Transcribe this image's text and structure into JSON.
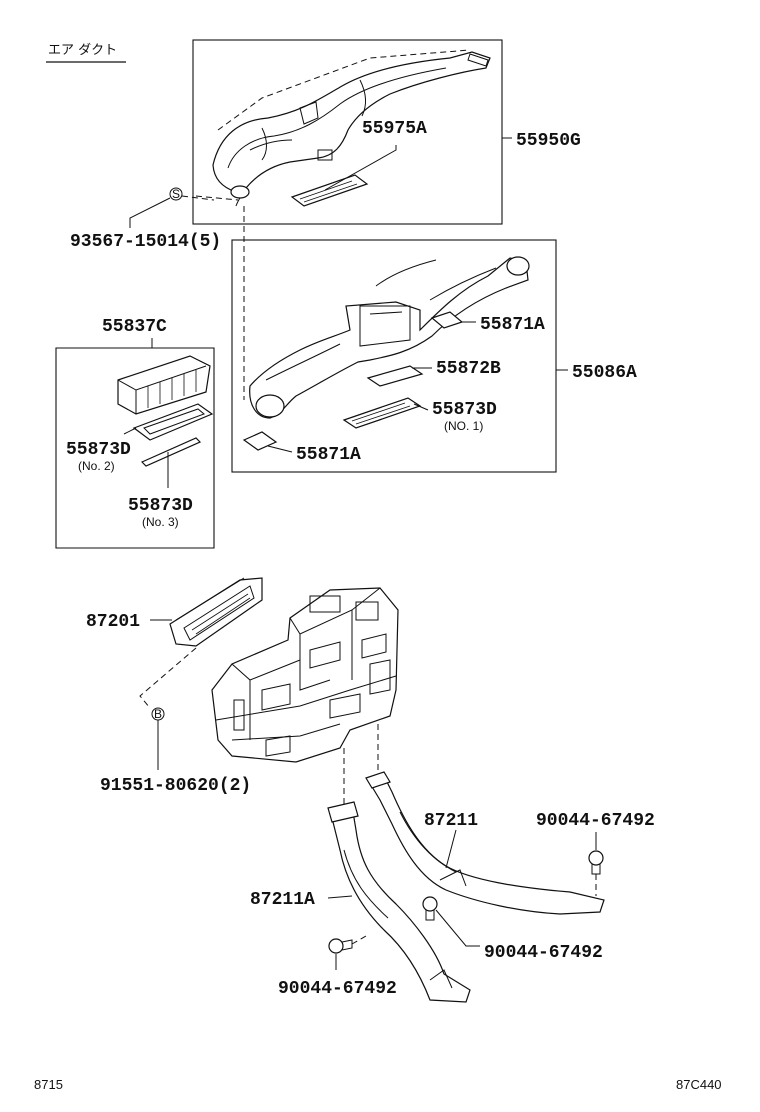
{
  "title": "エア ダクト",
  "footer": {
    "left": "8715",
    "right": "87C440"
  },
  "markers": {
    "s": "S",
    "b": "B"
  },
  "parts": {
    "p55950G": "55950G",
    "p55975A": "55975A",
    "p93567": "93567-15014(5)",
    "p55837C": "55837C",
    "p55873D_no2": "55873D",
    "p55873D_no2_sub": "(No. 2)",
    "p55873D_no3": "55873D",
    "p55873D_no3_sub": "(No. 3)",
    "p55871A_top": "55871A",
    "p55872B": "55872B",
    "p55086A": "55086A",
    "p55873D_no1": "55873D",
    "p55873D_no1_sub": "(NO. 1)",
    "p55871A_bottom": "55871A",
    "p87201": "87201",
    "p91551": "91551-80620(2)",
    "p87211": "87211",
    "p90044_a": "90044-67492",
    "p87211A": "87211A",
    "p90044_b": "90044-67492",
    "p90044_c": "90044-67492"
  }
}
